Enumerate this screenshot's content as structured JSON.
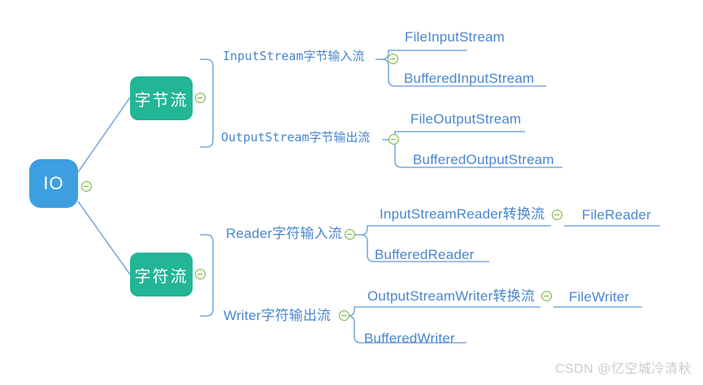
{
  "diagram": {
    "title": "IO",
    "type": "mindmap",
    "background": "#ffffff",
    "colors": {
      "root_fill": "#3d9fe0",
      "category_fill": "#22b596",
      "line": "#7ca9dd",
      "label_text": "#4a86d0",
      "toggle_stroke": "#7cb342",
      "watermark": "#cccccc"
    },
    "root": {
      "label": "IO"
    },
    "categories": [
      {
        "label": "字节流"
      },
      {
        "label": "字符流"
      }
    ],
    "branches": [
      {
        "label": "InputStream字节输入流"
      },
      {
        "label": "OutputStream字节输出流"
      },
      {
        "label": "Reader字符输入流"
      },
      {
        "label": "Writer字符输出流"
      }
    ],
    "leaves": [
      {
        "label": "FileInputStream"
      },
      {
        "label": "BufferedInputStream"
      },
      {
        "label": "FileOutputStream"
      },
      {
        "label": "BufferedOutputStream"
      },
      {
        "label": "InputStreamReader转换流"
      },
      {
        "label": "BufferedReader"
      },
      {
        "label": "OutputStreamWriter转换流"
      },
      {
        "label": "BufferedWriter"
      },
      {
        "label": "FileReader"
      },
      {
        "label": "FileWriter"
      }
    ],
    "toggles": [
      {
        "name": "toggle-root"
      },
      {
        "name": "toggle-byte-stream"
      },
      {
        "name": "toggle-inputstream"
      },
      {
        "name": "toggle-outputstream"
      },
      {
        "name": "toggle-char-stream"
      },
      {
        "name": "toggle-reader"
      },
      {
        "name": "toggle-writer"
      },
      {
        "name": "toggle-inputstreamreader"
      },
      {
        "name": "toggle-outputstreamwriter"
      }
    ]
  },
  "watermark": {
    "text": "CSDN @忆空城冷清秋"
  }
}
